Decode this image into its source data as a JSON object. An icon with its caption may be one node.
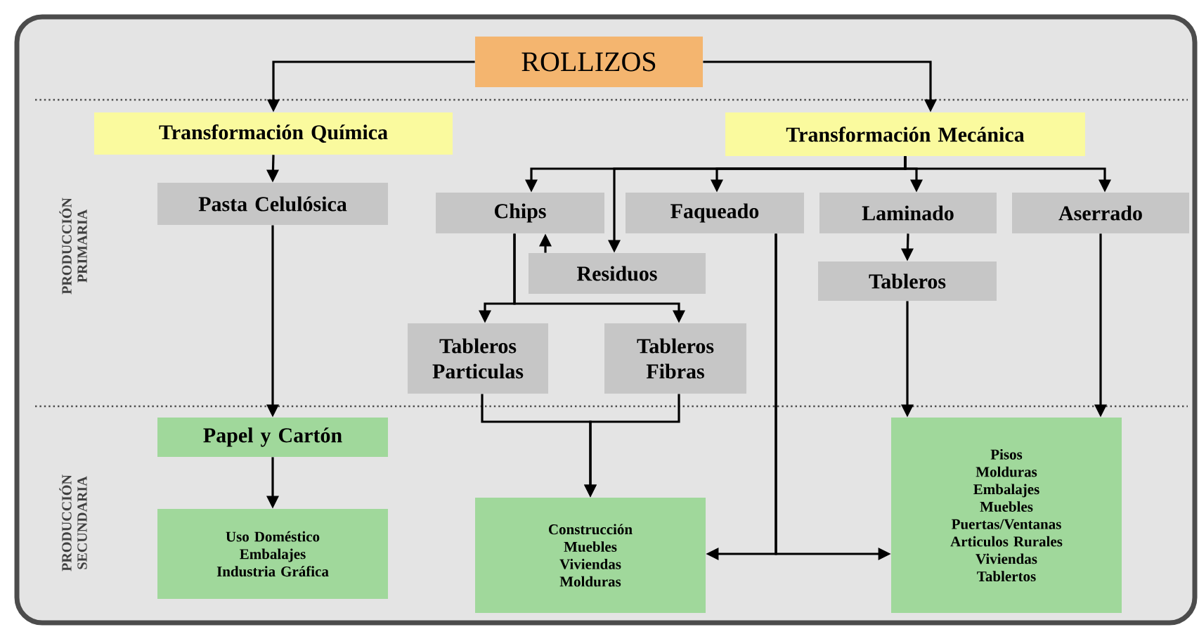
{
  "diagram": {
    "nodes": [
      {
        "text": [
          "ROLLIZOS"
        ]
      },
      {
        "text": [
          "Transformación Química"
        ]
      },
      {
        "text": [
          "Transformación Mecánica"
        ]
      },
      {
        "text": [
          "Pasta Celulósica"
        ]
      },
      {
        "text": [
          "Chips"
        ]
      },
      {
        "text": [
          "Faqueado"
        ]
      },
      {
        "text": [
          "Laminado"
        ]
      },
      {
        "text": [
          "Aserrado"
        ]
      },
      {
        "text": [
          "Residuos"
        ]
      },
      {
        "text": [
          "Tableros"
        ]
      },
      {
        "text": [
          "Tableros Particulas"
        ]
      },
      {
        "text": [
          "Tableros Fibras"
        ]
      },
      {
        "text": [
          "Papel y Cartón"
        ]
      },
      {
        "text": [
          "Uso Doméstico",
          "Embalajes",
          "Industria Gráfica"
        ]
      },
      {
        "text": [
          "Construcción",
          "Muebles",
          "Viviendas",
          "Molduras"
        ]
      },
      {
        "text": [
          "Pisos",
          "Molduras",
          "Embalajes",
          "Muebles",
          "Puertas/Ventanas",
          "Articulos Rurales",
          "Viviendas",
          "Tablertos"
        ]
      }
    ],
    "edges": [
      {
        "from": 0,
        "to": 1,
        "arrow": "to"
      },
      {
        "from": 0,
        "to": 2,
        "arrow": "to"
      },
      {
        "from": 1,
        "to": 3,
        "arrow": "to"
      },
      {
        "from": 2,
        "to": 4,
        "arrow": "to"
      },
      {
        "from": 2,
        "to": 8,
        "arrow": "to"
      },
      {
        "from": 2,
        "to": 5,
        "arrow": "to"
      },
      {
        "from": 2,
        "to": 6,
        "arrow": "to"
      },
      {
        "from": 2,
        "to": 7,
        "arrow": "to"
      },
      {
        "from": 8,
        "to": 4,
        "arrow": "to"
      },
      {
        "from": 4,
        "to": 10,
        "arrow": "to"
      },
      {
        "from": 4,
        "to": 11,
        "arrow": "to"
      },
      {
        "from": 6,
        "to": 9,
        "arrow": "to"
      },
      {
        "from": 3,
        "to": 12,
        "arrow": "to"
      },
      {
        "from": 12,
        "to": 13,
        "arrow": "to"
      },
      {
        "from": 10,
        "to": 14,
        "arrow": "to"
      },
      {
        "from": 11,
        "to": 14,
        "arrow": "to"
      },
      {
        "from": 5,
        "to": 14,
        "arrow": "to"
      },
      {
        "from": 5,
        "to": 15,
        "arrow": "to"
      },
      {
        "from": 9,
        "to": 15,
        "arrow": "to"
      },
      {
        "from": 7,
        "to": 15,
        "arrow": "to"
      }
    ],
    "labels": [
      "PRODUCCIÓN PRIMARIA",
      "PRODUCCIÓN SECUNDARIA"
    ]
  }
}
